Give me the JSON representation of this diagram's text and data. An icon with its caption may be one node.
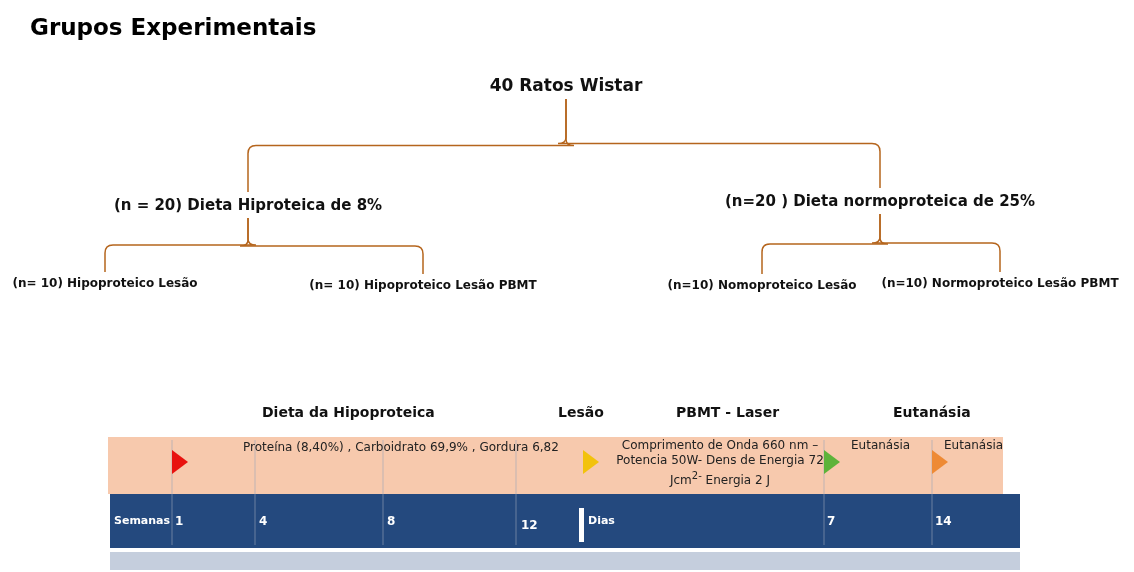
{
  "diagram": {
    "title": "Grupos Experimentais",
    "nodes": [
      {
        "text": [
          "40 Ratos Wistar"
        ]
      },
      {
        "text": [
          "(n = 20) Dieta Hiproteica de 8%"
        ]
      },
      {
        "text": [
          "(n=20 ) Dieta normoproteica de 25%"
        ]
      },
      {
        "text": [
          "(n= 10) Hipoproteico Lesão"
        ]
      },
      {
        "text": [
          "(n= 10) Hipoproteico Lesão PBMT"
        ]
      },
      {
        "text": [
          "(n=10) Nomoproteico Lesão"
        ]
      },
      {
        "text": [
          "(n=10) Normoproteico Lesão PBMT"
        ]
      }
    ],
    "edges": [
      {
        "from": 0,
        "to": 1,
        "arrow": "none"
      },
      {
        "from": 0,
        "to": 2,
        "arrow": "none"
      },
      {
        "from": 1,
        "to": 3,
        "arrow": "none"
      },
      {
        "from": 1,
        "to": 4,
        "arrow": "none"
      },
      {
        "from": 2,
        "to": 5,
        "arrow": "none"
      },
      {
        "from": 2,
        "to": 6,
        "arrow": "none"
      }
    ],
    "labels": [
      "Dieta da Hipoproteica",
      "Lesão",
      "PBMT - Laser",
      "Eutanásia",
      "Proteína (8,40%) , Carboidrato 69,9% , Gordura 6,82",
      "Comprimento de Onda 660 nm – Potencia 50W- Dens de Energia 72 Jcm$^{2-}$ Energia 2 J",
      "Eutanásia",
      "Eutanásia",
      "Semanas",
      "1",
      "4",
      "8",
      "12",
      "Dias",
      "7",
      "14"
    ]
  }
}
